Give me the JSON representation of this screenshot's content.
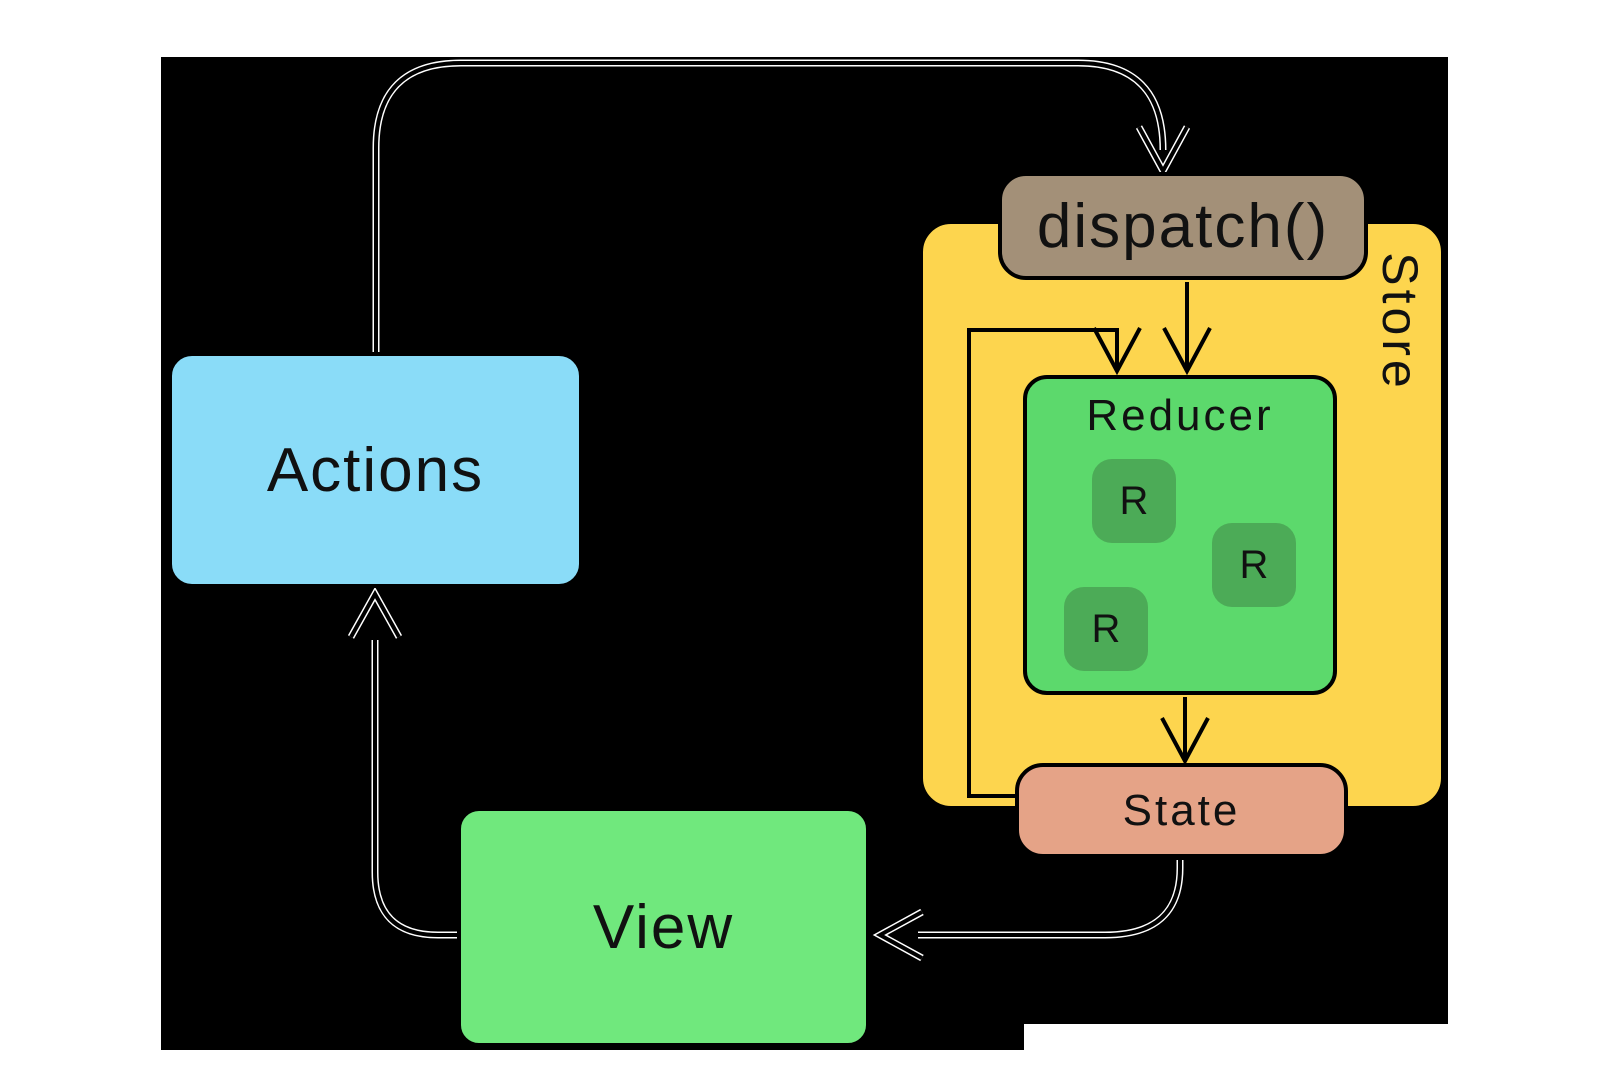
{
  "diagram": {
    "name": "redux-data-flow",
    "background": {
      "page": "#ffffff",
      "canvas": "#000000"
    },
    "line_color": "#000000",
    "text_color": "#111111",
    "nodes": {
      "actions": {
        "label": "Actions",
        "color": "#8adcf8"
      },
      "dispatch": {
        "label": "dispatch()",
        "color": "#a39078"
      },
      "store": {
        "label": "Store",
        "color": "#fdd54e"
      },
      "reducer": {
        "label": "Reducer",
        "color": "#5cd96c"
      },
      "reducer_items": {
        "labels": [
          "R",
          "R",
          "R"
        ],
        "color": "#4cab57"
      },
      "state": {
        "label": "State",
        "color": "#e5a387"
      },
      "view": {
        "label": "View",
        "color": "#70e87d"
      }
    },
    "arrows": [
      "actions-to-dispatch",
      "dispatch-to-reducer",
      "state-loop-to-reducer",
      "reducer-to-state",
      "state-to-view",
      "view-to-actions"
    ]
  }
}
